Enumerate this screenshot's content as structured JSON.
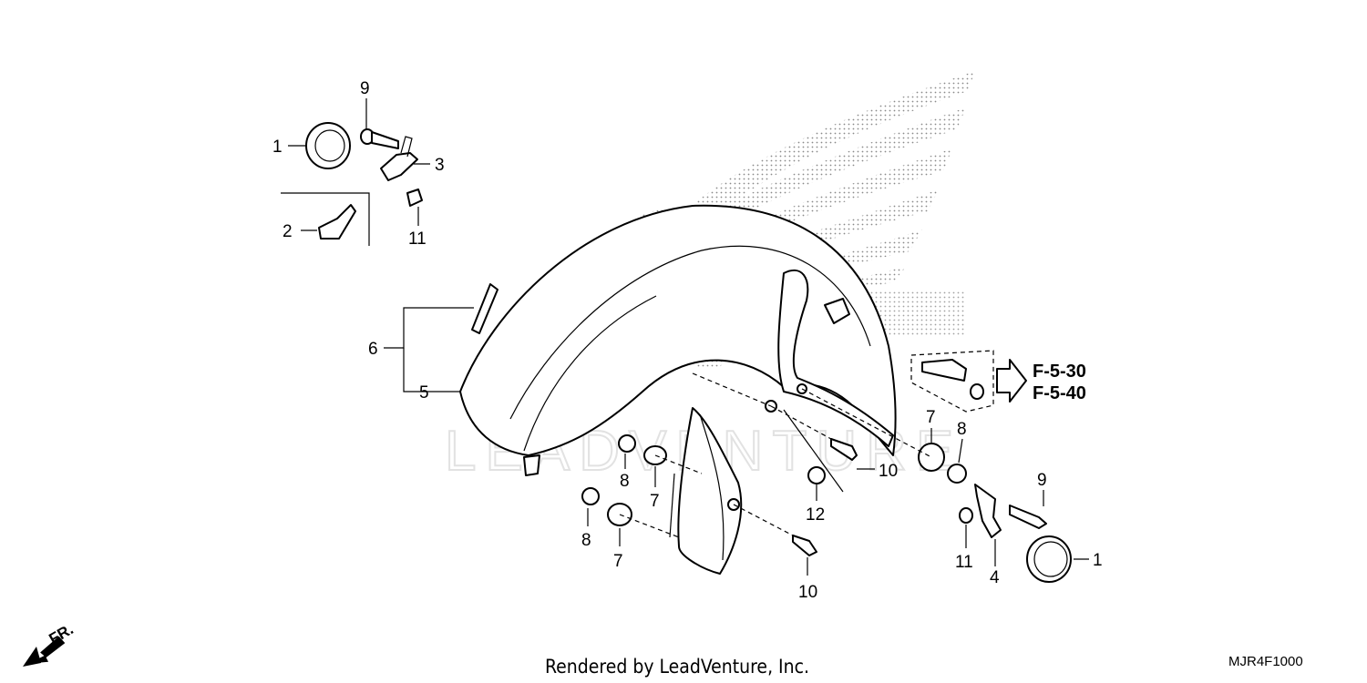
{
  "callouts": {
    "c1_top": "1",
    "c9_top": "9",
    "c3": "3",
    "c2": "2",
    "c11_top": "11",
    "c6": "6",
    "c5": "5",
    "c7_right": "7",
    "c8_right": "8",
    "c8_mid": "8",
    "c7_mid": "7",
    "c8_low": "8",
    "c7_low": "7",
    "c10_right": "10",
    "c12": "12",
    "c10_low": "10",
    "c11_low": "11",
    "c4": "4",
    "c9_right": "9",
    "c1_right": "1"
  },
  "references": [
    "F-5-30",
    "F-5-40"
  ],
  "direction_label": "FR.",
  "footer_text": "Rendered by LeadVenture, Inc.",
  "diagram_code": "MJR4F1000",
  "watermark_text": "LEADVENTURE",
  "icons": {
    "direction": "arrow-fr-icon",
    "reference": "hollow-arrow-icon",
    "logo": "wing-logo-watermark"
  }
}
